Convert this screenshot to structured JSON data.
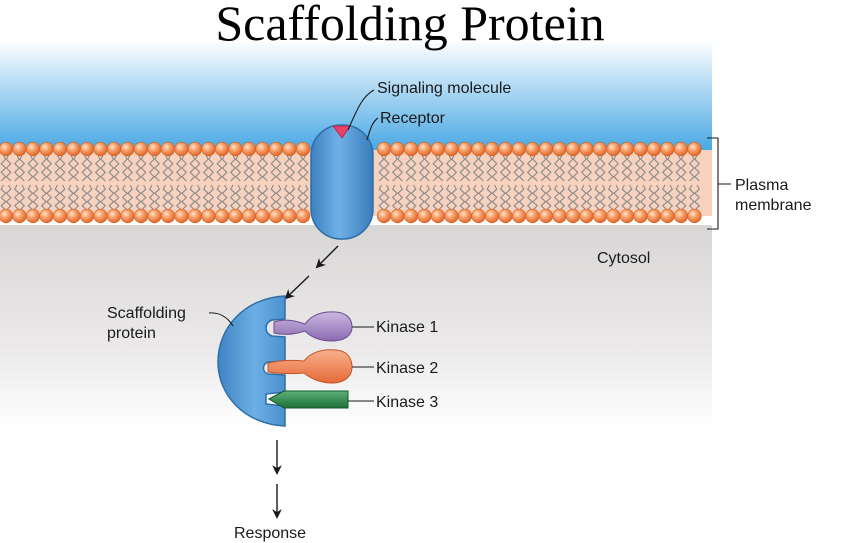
{
  "title": "Scaffolding Protein",
  "labels": {
    "signaling_molecule": "Signaling molecule",
    "receptor": "Receptor",
    "plasma_membrane_line1": "Plasma",
    "plasma_membrane_line2": "membrane",
    "cytosol": "Cytosol",
    "scaffolding_line1": "Scaffolding",
    "scaffolding_line2": "protein",
    "kinase_1": "Kinase  1",
    "kinase_2": "Kinase  2",
    "kinase_3": "Kinase  3",
    "response": "Response"
  },
  "colors": {
    "extracellular_blue": "#4aa9e4",
    "lipid_head": "#f08a4b",
    "lipid_head_highlight": "#fcc9a3",
    "lipid_tail": "#8a8a8a",
    "membrane_core": "#f6d2bf",
    "cytosol_gray": "#e4e2e2",
    "receptor": "#5b9fd6",
    "receptor_dark": "#2f6ea8",
    "signal_molecule": "#e8416a",
    "kinase_1": "#a98cc6",
    "kinase_2": "#f2855a",
    "kinase_3": "#2f8a4e"
  }
}
